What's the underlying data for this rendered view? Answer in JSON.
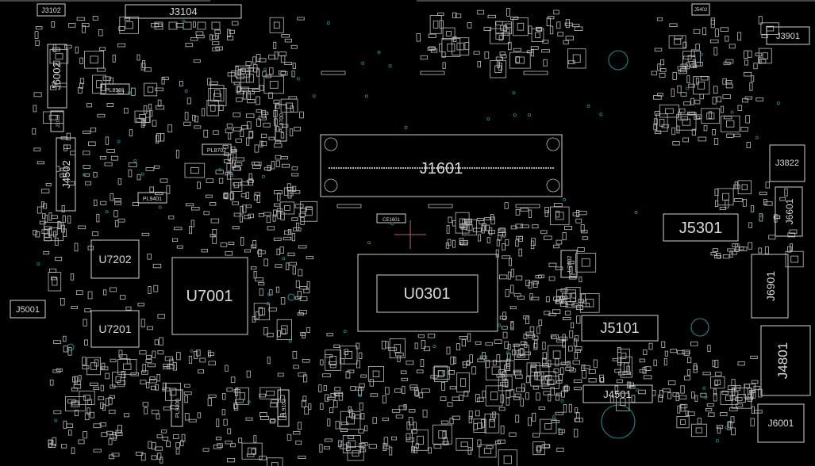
{
  "labels": {
    "J3102": "J3102",
    "J3104": "J3104",
    "J3901": "J3901",
    "J6002": "J6002",
    "J4502": "J4502",
    "J1601": "J1601",
    "J3822": "J3822",
    "J6601": "J6601",
    "J5301": "J5301",
    "U7202": "U7202",
    "U7001": "U7001",
    "U0301": "U0301",
    "U7201": "U7201",
    "J5001": "J5001",
    "J6901": "J6901",
    "J5101": "J5101",
    "J4801": "J4801",
    "J4501": "J4501",
    "J6001": "J6001",
    "PL8901": "PL8901",
    "PL8702": "PL8702",
    "PL9401": "PL9401",
    "PL8700": "PL8700",
    "PL9100": "PL9100",
    "PL9102": "PL9102",
    "CE1601": "CE1601",
    "U2802": "U2802",
    "J5402": "J5402",
    "J3103": "J3103"
  },
  "colors": {
    "background": "#000000",
    "outline": "#cfcfcf",
    "via": "#1d8f8f",
    "marker": "#b46a6a"
  }
}
